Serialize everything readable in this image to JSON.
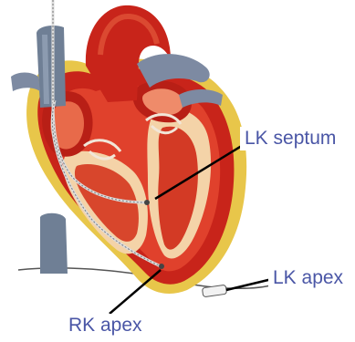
{
  "labels": {
    "lk_septum": "LK septum",
    "lk_apex": "LK apex",
    "rk_apex": "RK apex"
  },
  "colors": {
    "label_text": "#4a56a6",
    "heart_red": "#c8241a",
    "vessel_blue": "#6f7f95",
    "fat_yellow": "#e8c64a",
    "lead_wire": "#d9d9d9",
    "pointer": "#000000"
  }
}
